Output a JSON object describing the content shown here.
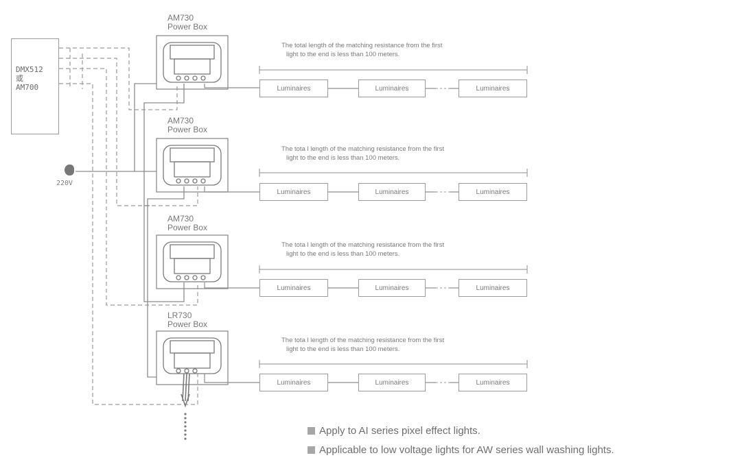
{
  "controller": {
    "lines": [
      "DMX512",
      "或",
      "AM700"
    ]
  },
  "power_boxes": [
    {
      "model": "AM730",
      "name": "Power Box"
    },
    {
      "model": "AM730",
      "name": "Power Box"
    },
    {
      "model": "AM730",
      "name": "Power Box"
    },
    {
      "model": "LR730",
      "name": "Power Box"
    }
  ],
  "rows": [
    {
      "note": [
        "The total length of the matching resistance from the first",
        "light to the end is less than 100 meters."
      ],
      "luminaires": [
        "Luminaires",
        "Luminaires",
        "Luminaires"
      ]
    },
    {
      "note": [
        "The tota l length of the matching resistance from the first",
        "light to the end is less than 100 meters."
      ],
      "luminaires": [
        "Luminaires",
        "Luminaires",
        "Luminaires"
      ]
    },
    {
      "note": [
        "The tota l length of the matching resistance from the first",
        "light to the end is less than 100 meters."
      ],
      "luminaires": [
        "Luminaires",
        "Luminaires",
        "Luminaires"
      ]
    },
    {
      "note": [
        "The tota l length of the matching resistance from the first",
        "light to the end is less than 100 meters."
      ],
      "luminaires": [
        "Luminaires",
        "Luminaires",
        "Luminaires"
      ]
    }
  ],
  "power_source": {
    "label": "220V"
  },
  "bullets": [
    "Apply to AI series pixel effect lights.",
    "Applicable to low voltage lights for AW series wall washing lights."
  ],
  "colors": {
    "line": "#8c8c8c",
    "text": "#6f6f6f",
    "bullet": "#a6a6a6"
  }
}
